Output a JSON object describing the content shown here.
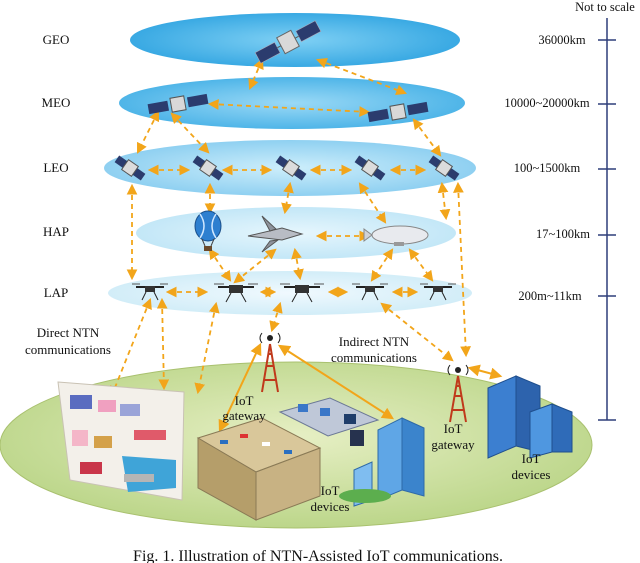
{
  "scale_note": "Not to scale",
  "layers": [
    {
      "name": "GEO",
      "altitude": "36000km"
    },
    {
      "name": "MEO",
      "altitude": "10000~20000km"
    },
    {
      "name": "LEO",
      "altitude": "100~1500km"
    },
    {
      "name": "HAP",
      "altitude": "17~100km"
    },
    {
      "name": "LAP",
      "altitude": "200m~11km"
    }
  ],
  "annotations": {
    "direct_line1": "Direct NTN",
    "direct_line2": "communications",
    "indirect_line1": "Indirect NTN",
    "indirect_line2": "communications",
    "gateway1_line1": "IoT",
    "gateway1_line2": "gateway",
    "gateway2_line1": "IoT",
    "gateway2_line2": "gateway",
    "devices1_line1": "IoT",
    "devices1_line2": "devices",
    "devices2_line1": "IoT",
    "devices2_line2": "devices"
  },
  "caption": "Fig. 1. Illustration of NTN-Assisted IoT communications.",
  "colors": {
    "arrow": "#f2a51a",
    "sky_ring": "#4fb8ea",
    "ground": "#cfe2a6",
    "scale_bar": "#2e3f7a"
  }
}
